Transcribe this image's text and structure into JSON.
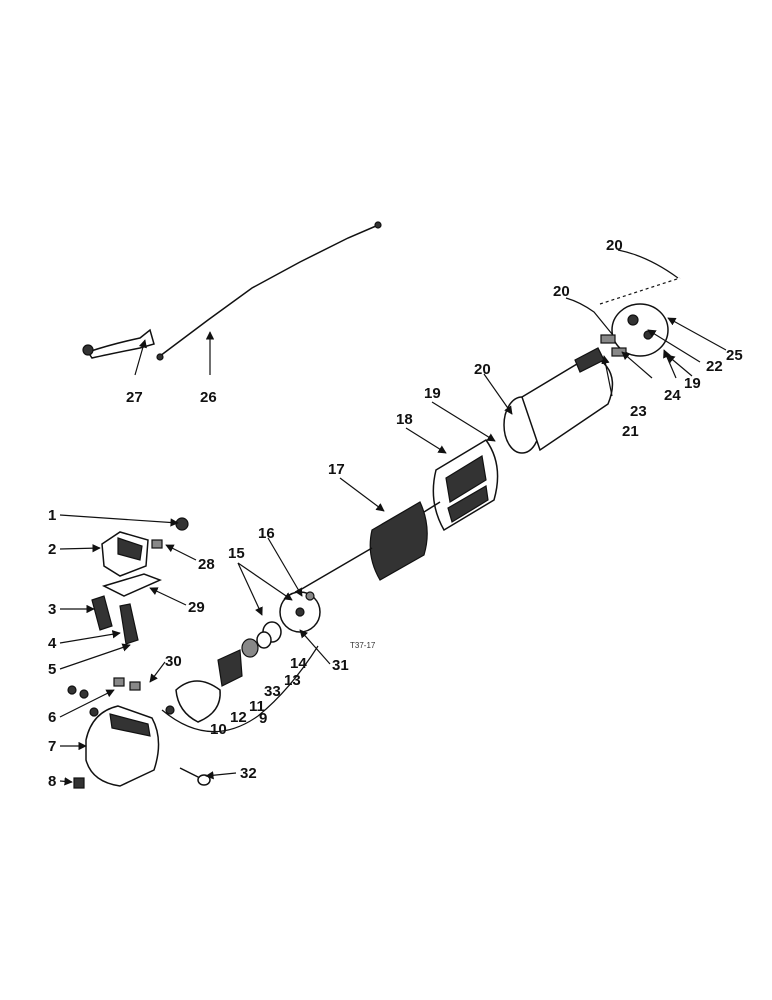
{
  "figure_code": "T37-17",
  "callouts": [
    "1",
    "2",
    "3",
    "4",
    "5",
    "6",
    "7",
    "8",
    "9",
    "10",
    "11",
    "12",
    "13",
    "14",
    "15",
    "16",
    "17",
    "18",
    "19",
    "19",
    "20",
    "20",
    "20",
    "20",
    "21",
    "22",
    "23",
    "24",
    "25",
    "26",
    "27",
    "28",
    "29",
    "30",
    "31",
    "32",
    "33"
  ],
  "icons": [
    "arrowhead-icon"
  ],
  "colors": {
    "ink": "#111111",
    "paper": "#ffffff",
    "shade": "#333333"
  }
}
